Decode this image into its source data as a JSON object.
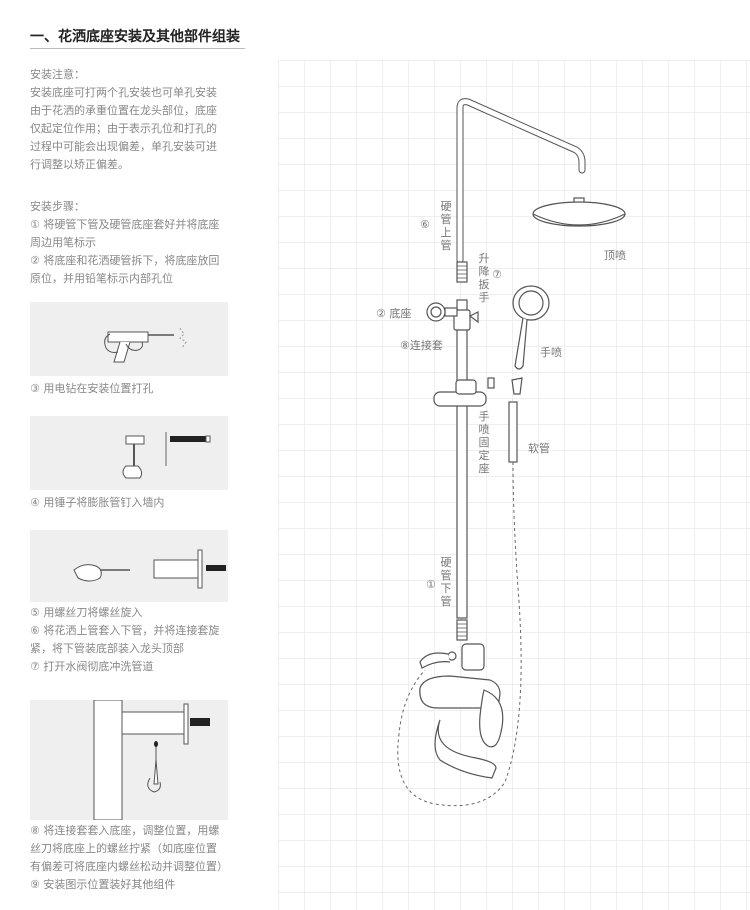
{
  "title": "一、花洒底座安装及其他部件组装",
  "notes": {
    "heading": "安装注意：",
    "lines": [
      "安装底座可打两个孔安装也可单孔安装",
      "由于花洒的承重位置在龙头部位，底座",
      "仅起定位作用；由于表示孔位和打孔的",
      "过程中可能会出现偏差，单孔安装可进",
      "行调整以矫正偏差。"
    ]
  },
  "steps": {
    "heading": "安装步骤：",
    "s1a": "① 将硬管下管及硬管底座套好并将底座",
    "s1b": "周边用笔标示",
    "s2a": "② 将底座和花洒硬管拆下，将底座放回",
    "s2b": "原位，并用铅笔标示内部孔位",
    "s3": "③ 用电钻在安装位置打孔",
    "s4": "④ 用锤子将膨胀管钉入墙内",
    "s5": "⑤ 用螺丝刀将螺丝旋入",
    "s6a": "⑥ 将花洒上管套入下管，并将连接套旋",
    "s6b": "紧，将下管装底部装入龙头顶部",
    "s7": "⑦ 打开水阀彻底冲洗管道",
    "s8a": "⑧ 将连接套套入底座，调整位置，用螺",
    "s8b": "丝刀将底座上的螺丝拧紧（如底座位置",
    "s8c": "有偏差可将底座内螺丝松动并调整位置）",
    "s9": "⑨ 安装图示位置装好其他组件"
  },
  "diagram": {
    "upper_pipe_num": "⑥",
    "upper_pipe": [
      "硬",
      "管",
      "上",
      "管"
    ],
    "lift_num": "⑦",
    "lift": [
      "升",
      "降",
      "扳",
      "手"
    ],
    "base": "② 底座",
    "connector": "⑧连接套",
    "top_spray": "顶喷",
    "hand_spray": "手喷",
    "hand_holder": [
      "手",
      "喷",
      "固",
      "定",
      "座"
    ],
    "hose": "软管",
    "lower_pipe_num": "①",
    "lower_pipe": [
      "硬",
      "管",
      "下",
      "管"
    ]
  },
  "colors": {
    "line": "#555555",
    "label": "#777777",
    "photo_bg": "#efefef"
  }
}
